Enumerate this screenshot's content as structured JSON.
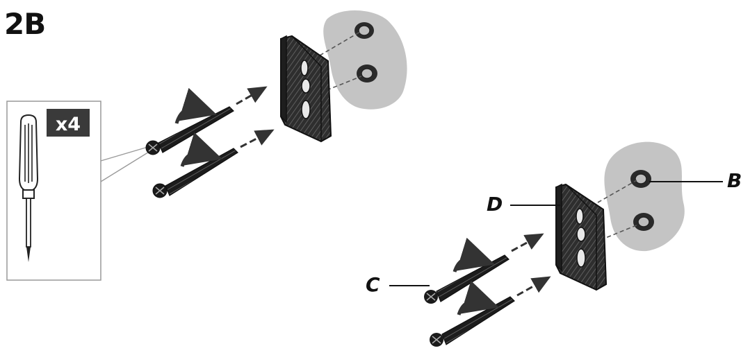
{
  "step": {
    "title": "2B"
  },
  "tool_panel": {
    "icon": "screwdriver-icon",
    "quantity_label": "x4"
  },
  "callouts": {
    "b": "B",
    "c": "C",
    "d": "D"
  },
  "colors": {
    "ink": "#111111",
    "wall": "#c4c4c4",
    "bracket": "#3a3a3a",
    "panel_border": "#999999",
    "badge": "#3a3a3a"
  }
}
